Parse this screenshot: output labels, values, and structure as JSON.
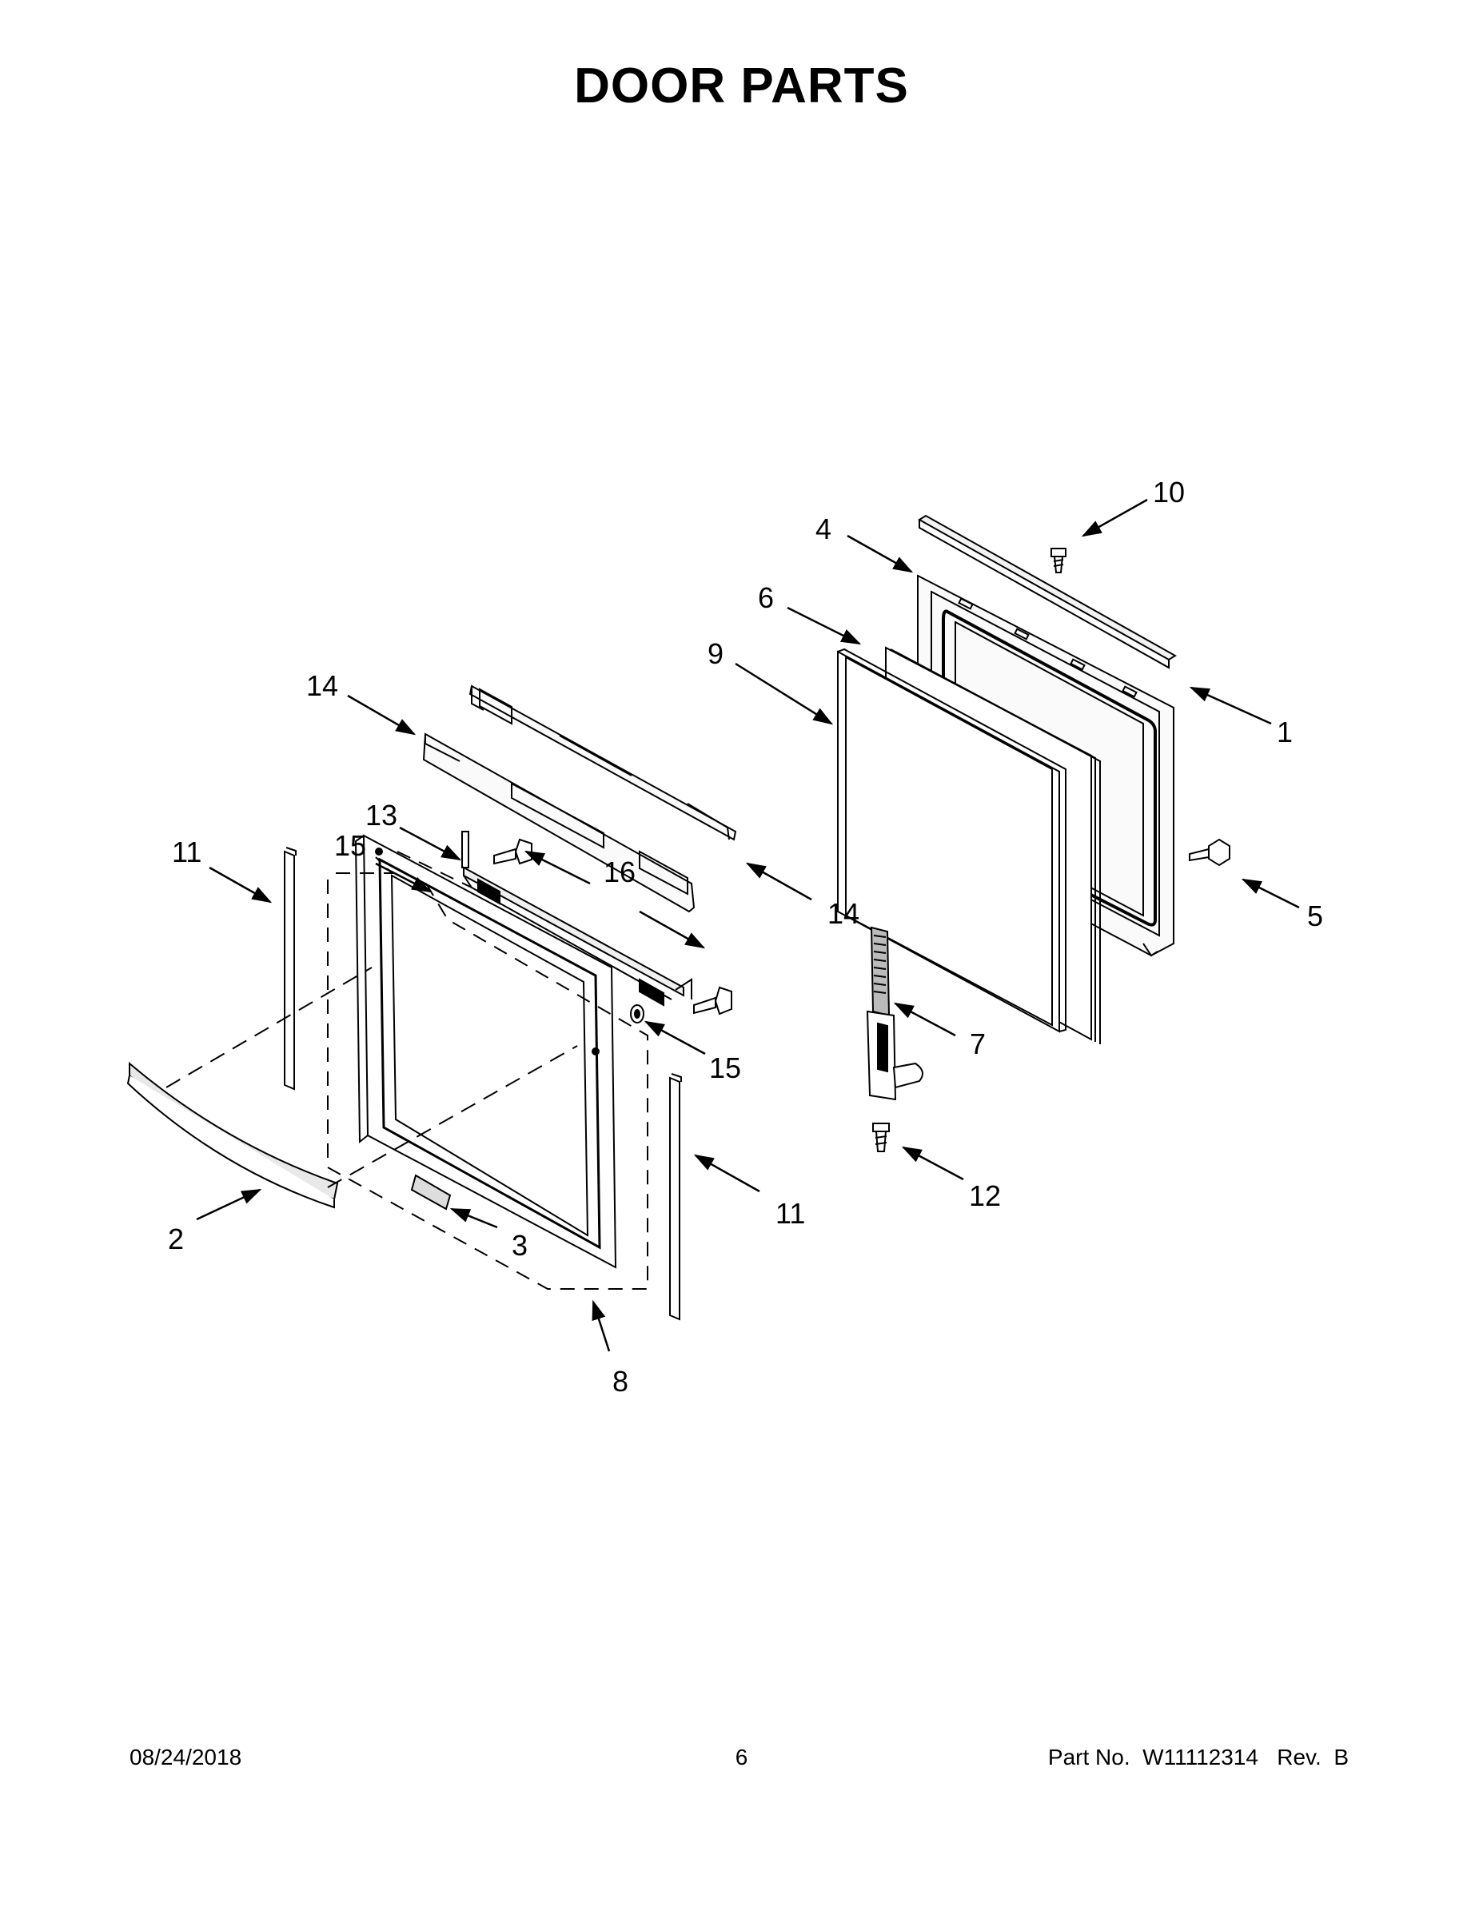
{
  "title": "DOOR PARTS",
  "callouts": {
    "c1": "1",
    "c2": "2",
    "c3": "3",
    "c4": "4",
    "c5": "5",
    "c6": "6",
    "c7": "7",
    "c8": "8",
    "c9": "9",
    "c10": "10",
    "c11a": "11",
    "c11b": "11",
    "c12": "12",
    "c13": "13",
    "c14a": "14",
    "c14b": "14",
    "c15a": "15",
    "c15b": "15",
    "c16": "16"
  },
  "footer": {
    "date": "08/24/2018",
    "page": "6",
    "part": "Part No.  W11112314   Rev.  B"
  }
}
